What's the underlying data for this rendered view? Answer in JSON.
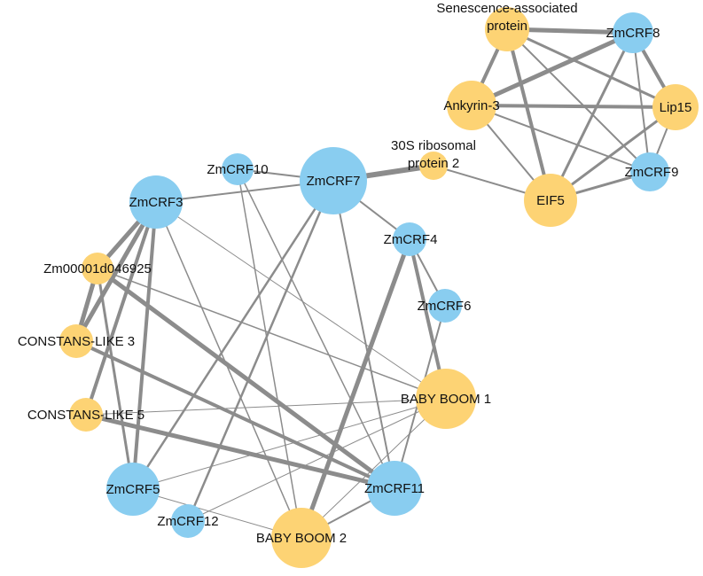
{
  "colors": {
    "blue_node": "#89CDF0",
    "yellow_node": "#FDD374",
    "edge": "#8C8C8C",
    "background": "#FFFFFF"
  },
  "nodes": [
    {
      "id": "senescence",
      "label_lines": [
        "Senescence-associated",
        "protein"
      ],
      "color": "yellow"
    },
    {
      "id": "zmcrf8",
      "label_lines": [
        "ZmCRF8"
      ],
      "color": "blue"
    },
    {
      "id": "ankyrin3",
      "label_lines": [
        "Ankyrin-3"
      ],
      "color": "yellow"
    },
    {
      "id": "lip15",
      "label_lines": [
        "Lip15"
      ],
      "color": "yellow"
    },
    {
      "id": "zmcrf9",
      "label_lines": [
        "ZmCRF9"
      ],
      "color": "blue"
    },
    {
      "id": "eif5",
      "label_lines": [
        "EIF5"
      ],
      "color": "yellow"
    },
    {
      "id": "ribosomal30s",
      "label_lines": [
        "30S ribosomal",
        "protein 2"
      ],
      "color": "yellow"
    },
    {
      "id": "zmcrf10",
      "label_lines": [
        "ZmCRF10"
      ],
      "color": "blue"
    },
    {
      "id": "zmcrf7",
      "label_lines": [
        "ZmCRF7"
      ],
      "color": "blue"
    },
    {
      "id": "zmcrf3",
      "label_lines": [
        "ZmCRF3"
      ],
      "color": "blue"
    },
    {
      "id": "zmcrf4",
      "label_lines": [
        "ZmCRF4"
      ],
      "color": "blue"
    },
    {
      "id": "zm00001d046925",
      "label_lines": [
        "Zm00001d046925"
      ],
      "color": "yellow"
    },
    {
      "id": "zmcrf6",
      "label_lines": [
        "ZmCRF6"
      ],
      "color": "blue"
    },
    {
      "id": "constans3",
      "label_lines": [
        "CONSTANS-LIKE 3"
      ],
      "color": "yellow"
    },
    {
      "id": "babyboom1",
      "label_lines": [
        "BABY BOOM 1"
      ],
      "color": "yellow"
    },
    {
      "id": "constans5",
      "label_lines": [
        "CONSTANS-LIKE 5"
      ],
      "color": "yellow"
    },
    {
      "id": "zmcrf5",
      "label_lines": [
        "ZmCRF5"
      ],
      "color": "blue"
    },
    {
      "id": "zmcrf11",
      "label_lines": [
        "ZmCRF11"
      ],
      "color": "blue"
    },
    {
      "id": "zmcrf12",
      "label_lines": [
        "ZmCRF12"
      ],
      "color": "blue"
    },
    {
      "id": "babyboom2",
      "label_lines": [
        "BABY BOOM 2"
      ],
      "color": "yellow"
    }
  ],
  "edges": [
    {
      "source": "senescence",
      "target": "zmcrf8"
    },
    {
      "source": "senescence",
      "target": "ankyrin3"
    },
    {
      "source": "senescence",
      "target": "lip15"
    },
    {
      "source": "senescence",
      "target": "zmcrf9"
    },
    {
      "source": "senescence",
      "target": "eif5"
    },
    {
      "source": "zmcrf8",
      "target": "ankyrin3"
    },
    {
      "source": "zmcrf8",
      "target": "lip15"
    },
    {
      "source": "zmcrf8",
      "target": "eif5"
    },
    {
      "source": "zmcrf8",
      "target": "zmcrf9"
    },
    {
      "source": "ankyrin3",
      "target": "lip15"
    },
    {
      "source": "ankyrin3",
      "target": "zmcrf9"
    },
    {
      "source": "ankyrin3",
      "target": "eif5"
    },
    {
      "source": "lip15",
      "target": "zmcrf9"
    },
    {
      "source": "lip15",
      "target": "eif5"
    },
    {
      "source": "zmcrf9",
      "target": "eif5"
    },
    {
      "source": "ribosomal30s",
      "target": "zmcrf7"
    },
    {
      "source": "ribosomal30s",
      "target": "eif5"
    },
    {
      "source": "zmcrf10",
      "target": "zmcrf7"
    },
    {
      "source": "zmcrf10",
      "target": "zmcrf11"
    },
    {
      "source": "zmcrf10",
      "target": "babyboom2"
    },
    {
      "source": "zmcrf7",
      "target": "zmcrf3"
    },
    {
      "source": "zmcrf7",
      "target": "zmcrf4"
    },
    {
      "source": "zmcrf7",
      "target": "zmcrf5"
    },
    {
      "source": "zmcrf7",
      "target": "zmcrf11"
    },
    {
      "source": "zmcrf7",
      "target": "zmcrf12"
    },
    {
      "source": "zmcrf3",
      "target": "zm00001d046925"
    },
    {
      "source": "zmcrf3",
      "target": "constans3"
    },
    {
      "source": "zmcrf3",
      "target": "constans5"
    },
    {
      "source": "zmcrf3",
      "target": "zmcrf5"
    },
    {
      "source": "zmcrf3",
      "target": "babyboom1"
    },
    {
      "source": "zmcrf3",
      "target": "babyboom2"
    },
    {
      "source": "zmcrf4",
      "target": "babyboom1"
    },
    {
      "source": "zmcrf4",
      "target": "babyboom2"
    },
    {
      "source": "zmcrf4",
      "target": "zmcrf6"
    },
    {
      "source": "zmcrf6",
      "target": "zmcrf11"
    },
    {
      "source": "zm00001d046925",
      "target": "zmcrf5"
    },
    {
      "source": "zm00001d046925",
      "target": "zmcrf11"
    },
    {
      "source": "zm00001d046925",
      "target": "babyboom1"
    },
    {
      "source": "zm00001d046925",
      "target": "constans3"
    },
    {
      "source": "constans3",
      "target": "zmcrf11"
    },
    {
      "source": "constans5",
      "target": "zmcrf11"
    },
    {
      "source": "constans5",
      "target": "babyboom1"
    },
    {
      "source": "zmcrf5",
      "target": "babyboom1"
    },
    {
      "source": "zmcrf5",
      "target": "babyboom2"
    },
    {
      "source": "babyboom1",
      "target": "zmcrf12"
    },
    {
      "source": "babyboom1",
      "target": "babyboom2"
    },
    {
      "source": "zmcrf11",
      "target": "babyboom2"
    }
  ]
}
